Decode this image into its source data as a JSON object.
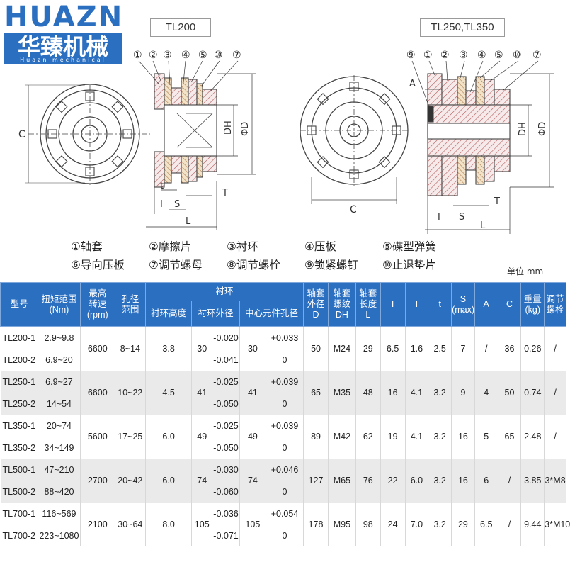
{
  "logo": {
    "en": "HUAZN",
    "cn": "华臻机械",
    "sub": "Huazn mechanical"
  },
  "drawing_labels": {
    "left_title": "TL200",
    "right_title": "TL250,TL350",
    "left_callouts": [
      "①",
      "②",
      "③",
      "④",
      "⑤",
      "⑩",
      "⑦"
    ],
    "right_callouts": [
      "⑨",
      "①",
      "②",
      "③",
      "④",
      "⑤",
      "⑩",
      "⑦"
    ],
    "dims": {
      "C": "C",
      "DH": "DH",
      "phiD": "ΦD",
      "t": "t",
      "I": "I",
      "S": "S",
      "T": "T",
      "L": "L",
      "A": "A"
    }
  },
  "legend": [
    [
      "①轴套",
      "②摩擦片",
      "③衬环",
      "④压板",
      "⑤碟型弹簧"
    ],
    [
      "⑥导向压板",
      "⑦调节螺母",
      "⑧调节螺栓",
      "⑨锁紧螺钉",
      "⑩止退垫片"
    ]
  ],
  "unit": "单位 mm",
  "table": {
    "header_top": {
      "model": "型号",
      "torque": "扭矩范围\n(Nm)",
      "speed": "最高\n转速\n(rpm)",
      "bore": "孔径\n范围",
      "ring": "衬环",
      "sleeve_d": "轴套\n外径\nD",
      "sleeve_thread": "轴套\n螺纹\nDH",
      "sleeve_len": "轴套\n长度\nL",
      "I": "I",
      "T": "T",
      "t": "t",
      "S": "S\n(max)",
      "A": "A",
      "C": "C",
      "weight": "重量\n(kg)",
      "bolt": "调节\n螺栓"
    },
    "header_sub": {
      "ring_h": "衬环高度",
      "ring_od": "衬环外径",
      "ring_bore": "中心元件孔径"
    },
    "groups": [
      {
        "speed": "6600",
        "bore": "8~14",
        "ring_h": "3.8",
        "ring_od": "30",
        "tol_a": [
          "-0.020",
          "-0.041"
        ],
        "ring_bore": "30",
        "tol_b": [
          "+0.033",
          "0"
        ],
        "D": "50",
        "DH": "M24",
        "L": "29",
        "I": "6.5",
        "T": "1.6",
        "t": "2.5",
        "S": "7",
        "A": "/",
        "C": "36",
        "weight": "0.26",
        "bolt": "/",
        "rows": [
          {
            "model": "TL200-1",
            "torque": "2.9~9.8"
          },
          {
            "model": "TL200-2",
            "torque": "6.9~20"
          }
        ]
      },
      {
        "speed": "6600",
        "bore": "10~22",
        "ring_h": "4.5",
        "ring_od": "41",
        "tol_a": [
          "-0.025",
          "-0.050"
        ],
        "ring_bore": "41",
        "tol_b": [
          "+0.039",
          "0"
        ],
        "D": "65",
        "DH": "M35",
        "L": "48",
        "I": "16",
        "T": "4.1",
        "t": "3.2",
        "S": "9",
        "A": "4",
        "C": "50",
        "weight": "0.74",
        "bolt": "/",
        "rows": [
          {
            "model": "TL250-1",
            "torque": "6.9~27"
          },
          {
            "model": "TL250-2",
            "torque": "14~54"
          }
        ]
      },
      {
        "speed": "5600",
        "bore": "17~25",
        "ring_h": "6.0",
        "ring_od": "49",
        "tol_a": [
          "-0.025",
          "-0.050"
        ],
        "ring_bore": "49",
        "tol_b": [
          "+0.039",
          "0"
        ],
        "D": "89",
        "DH": "M42",
        "L": "62",
        "I": "19",
        "T": "4.1",
        "t": "3.2",
        "S": "16",
        "A": "5",
        "C": "65",
        "weight": "2.48",
        "bolt": "/",
        "rows": [
          {
            "model": "TL350-1",
            "torque": "20~74"
          },
          {
            "model": "TL350-2",
            "torque": "34~149"
          }
        ]
      },
      {
        "speed": "2700",
        "bore": "20~42",
        "ring_h": "6.0",
        "ring_od": "74",
        "tol_a": [
          "-0.030",
          "-0.060"
        ],
        "ring_bore": "74",
        "tol_b": [
          "+0.046",
          "0"
        ],
        "D": "127",
        "DH": "M65",
        "L": "76",
        "I": "22",
        "T": "6.0",
        "t": "3.2",
        "S": "16",
        "A": "6",
        "C": "/",
        "weight": "3.85",
        "bolt": "3*M8",
        "rows": [
          {
            "model": "TL500-1",
            "torque": "47~210"
          },
          {
            "model": "TL500-2",
            "torque": "88~420"
          }
        ]
      },
      {
        "speed": "2100",
        "bore": "30~64",
        "ring_h": "8.0",
        "ring_od": "105",
        "tol_a": [
          "-0.036",
          "-0.071"
        ],
        "ring_bore": "105",
        "tol_b": [
          "+0.054",
          "0"
        ],
        "D": "178",
        "DH": "M95",
        "L": "98",
        "I": "24",
        "T": "7.0",
        "t": "3.2",
        "S": "29",
        "A": "6.5",
        "C": "/",
        "weight": "9.44",
        "bolt": "3*M10",
        "rows": [
          {
            "model": "TL700-1",
            "torque": "116~569"
          },
          {
            "model": "TL700-2",
            "torque": "223~1080"
          }
        ]
      }
    ]
  },
  "colors": {
    "brand": "#2b6fc1",
    "row_alt": "#eaeaea",
    "hatch": "#c47a7a"
  }
}
